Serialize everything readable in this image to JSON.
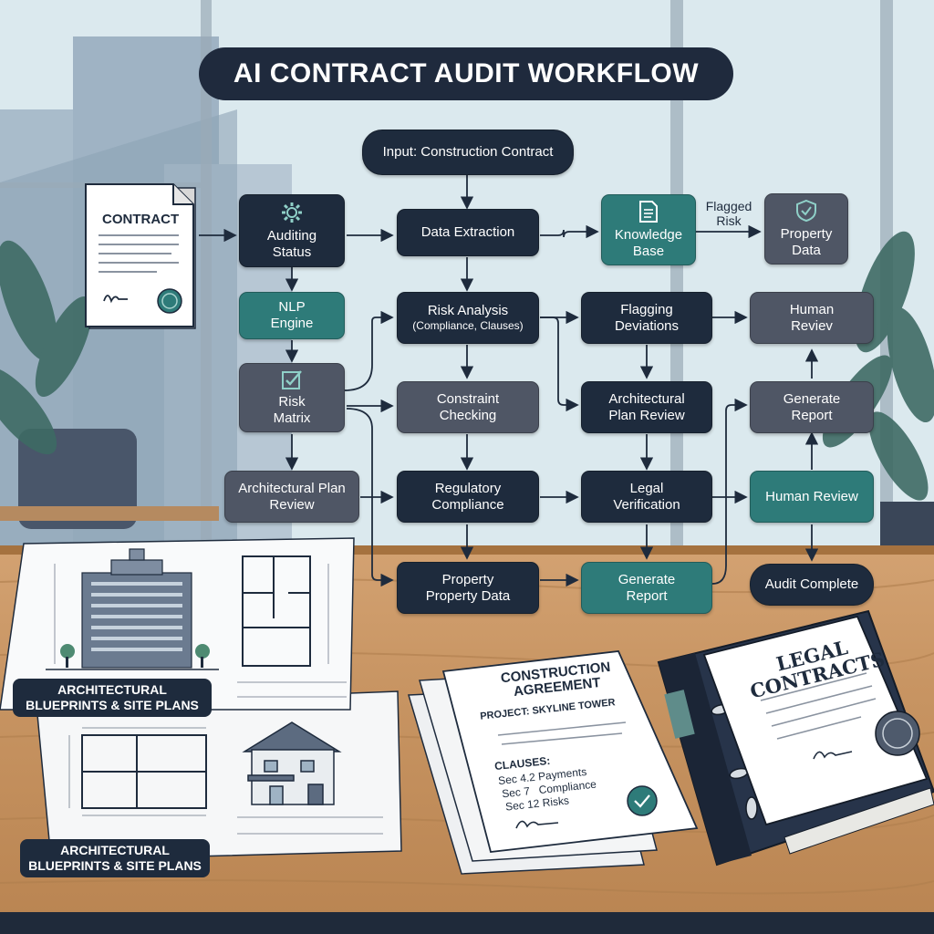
{
  "title": "AI CONTRACT AUDIT WORKFLOW",
  "nodes": {
    "input": "Input: Construction Contract",
    "auditing_status": "Auditing Status",
    "data_extraction": "Data Extraction",
    "knowledge_base": "Knowledge Base",
    "flagged_risk": "Flagged Risk",
    "property_data_top": "Property Data",
    "nlp_engine": "NLP Engine",
    "risk_analysis": "Risk Analysis",
    "risk_analysis_sub": "(Compliance, Clauses)",
    "flagging_deviations": "Flagging Deviations",
    "human_review_top": "Human Reviev",
    "risk_matrix": "Risk Matrix",
    "constraint_checking": "Constraint Checking",
    "arch_plan_review_mid": "Architectural Plan Review",
    "generate_report_right": "Generate Report",
    "arch_plan_review_left": "Architectural Plan Review",
    "regulatory_compliance": "Regulatory Compliance",
    "legal_verification": "Legal Verification",
    "human_review_bottom": "Human Review",
    "property_property_data": "Property Property Data",
    "generate_report_bottom": "Generate Report",
    "audit_complete": "Audit Complete"
  },
  "contract_doc": {
    "label": "CONTRACT"
  },
  "blueprints": {
    "caption_1": "ARCHITECTURAL BLUEPRINTS & SITE PLANS",
    "caption_2": "ARCHITECTURAL BLUEPRINTS & SITE PLANS"
  },
  "agreement": {
    "title": "CONSTRUCTION AGREEMENT",
    "project": "PROJECT: SKYLINE TOWER",
    "clauses_label": "CLAUSES:",
    "clause_1": "Sec 4.2 Payments",
    "clause_2": "Sec 7   Compliance",
    "clause_3": "Sec 12 Risks"
  },
  "binder": {
    "title": "LEGAL CONTRACTS"
  },
  "colors": {
    "dark": "#1e2b3d",
    "gray": "#4f5665",
    "teal": "#2e7b79",
    "desk": "#c89563"
  }
}
